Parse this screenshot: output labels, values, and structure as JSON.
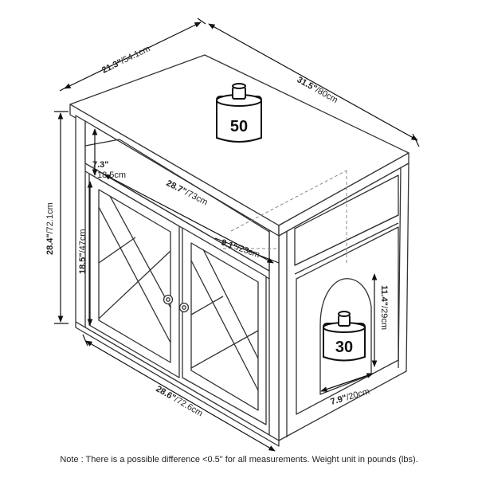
{
  "dimensions": {
    "top_depth": {
      "imperial": "21.3\"",
      "metric": "/54.1cm"
    },
    "top_width": {
      "imperial": "31.5\"",
      "metric": "/80cm"
    },
    "height": {
      "imperial": "28.4\"",
      "metric": "/72.1cm"
    },
    "shelf_height": {
      "imperial": "7.3\"",
      "metric": "18.5cm"
    },
    "shelf_width": {
      "imperial": "28.7\"",
      "metric": "/73cm"
    },
    "door_height": {
      "imperial": "18.5\"",
      "metric": "/47cm"
    },
    "inner_depth": {
      "imperial": "9.1\"",
      "metric": "/23cm"
    },
    "opening_height": {
      "imperial": "11.4\"",
      "metric": "/29cm"
    },
    "opening_width": {
      "imperial": "7.9\"",
      "metric": "/20cm"
    },
    "base_width": {
      "imperial": "28.6\"",
      "metric": "/72.6cm"
    }
  },
  "weights": {
    "top_capacity": "50",
    "inner_capacity": "30"
  },
  "note": "Note : There is a possible difference <0.5\" for all measurements. Weight unit in pounds (lbs)."
}
